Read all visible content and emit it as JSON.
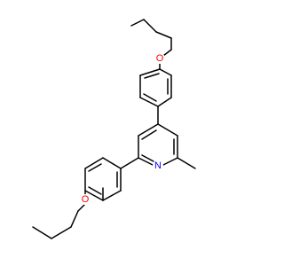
{
  "molecule": {
    "atom_labels": [
      {
        "symbol": "O",
        "color": "#ff0000"
      },
      {
        "symbol": "N",
        "color": "#0000ff"
      },
      {
        "symbol": "O",
        "color": "#ff0000"
      }
    ],
    "bond_color": "#000000",
    "background": "#ffffff"
  }
}
